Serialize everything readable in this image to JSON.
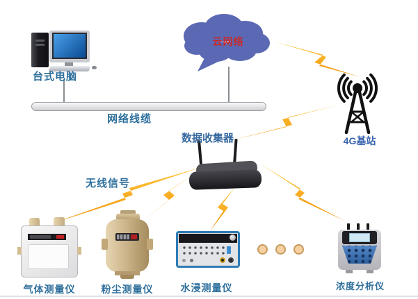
{
  "diagram": {
    "nodes": {
      "cloud": {
        "label": "云网络"
      },
      "desktop": {
        "label": "台式电脑"
      },
      "cable": {
        "label": "网络线缆"
      },
      "station": {
        "label": "4G基站"
      },
      "collector": {
        "label": "数据收集器"
      },
      "wireless": {
        "label": "无线信号"
      },
      "gas": {
        "label": "气体测量仪"
      },
      "dust": {
        "label": "粉尘测量仪"
      },
      "water": {
        "label": "水浸测量仪"
      },
      "conc": {
        "label": "浓度分析仪"
      }
    },
    "connections": [
      {
        "from": "台式电脑",
        "to": "网络线缆",
        "type": "wired"
      },
      {
        "from": "云网络",
        "to": "网络线缆",
        "type": "wired"
      },
      {
        "from": "云网络",
        "to": "4G基站",
        "type": "lightning"
      },
      {
        "from": "4G基站",
        "to": "数据收集器",
        "type": "lightning"
      },
      {
        "from": "数据收集器",
        "to": "气体测量仪",
        "type": "lightning"
      },
      {
        "from": "数据收集器",
        "to": "粉尘测量仪",
        "type": "lightning"
      },
      {
        "from": "数据收集器",
        "to": "水浸测量仪",
        "type": "lightning"
      },
      {
        "from": "数据收集器",
        "to": "浓度分析仪",
        "type": "lightning"
      }
    ],
    "icons": {
      "cloud": "cloud-shape",
      "desktop": "desktop-computer-icon",
      "station": "radio-tower-icon",
      "collector": "wifi-router-icon",
      "lightning": "lightning-bolt-icon",
      "ellipsis": "ellipsis-dots"
    },
    "colors": {
      "lightning_dark": "#F0930B",
      "lightning_light": "#FFC83D",
      "cloud_fill": "#5B68B3",
      "cloud_text": "#C42B2B",
      "label_teal": "#2E6F9C",
      "label_blue": "#3A63AE",
      "cable_gray": "#D0D0D3"
    }
  }
}
